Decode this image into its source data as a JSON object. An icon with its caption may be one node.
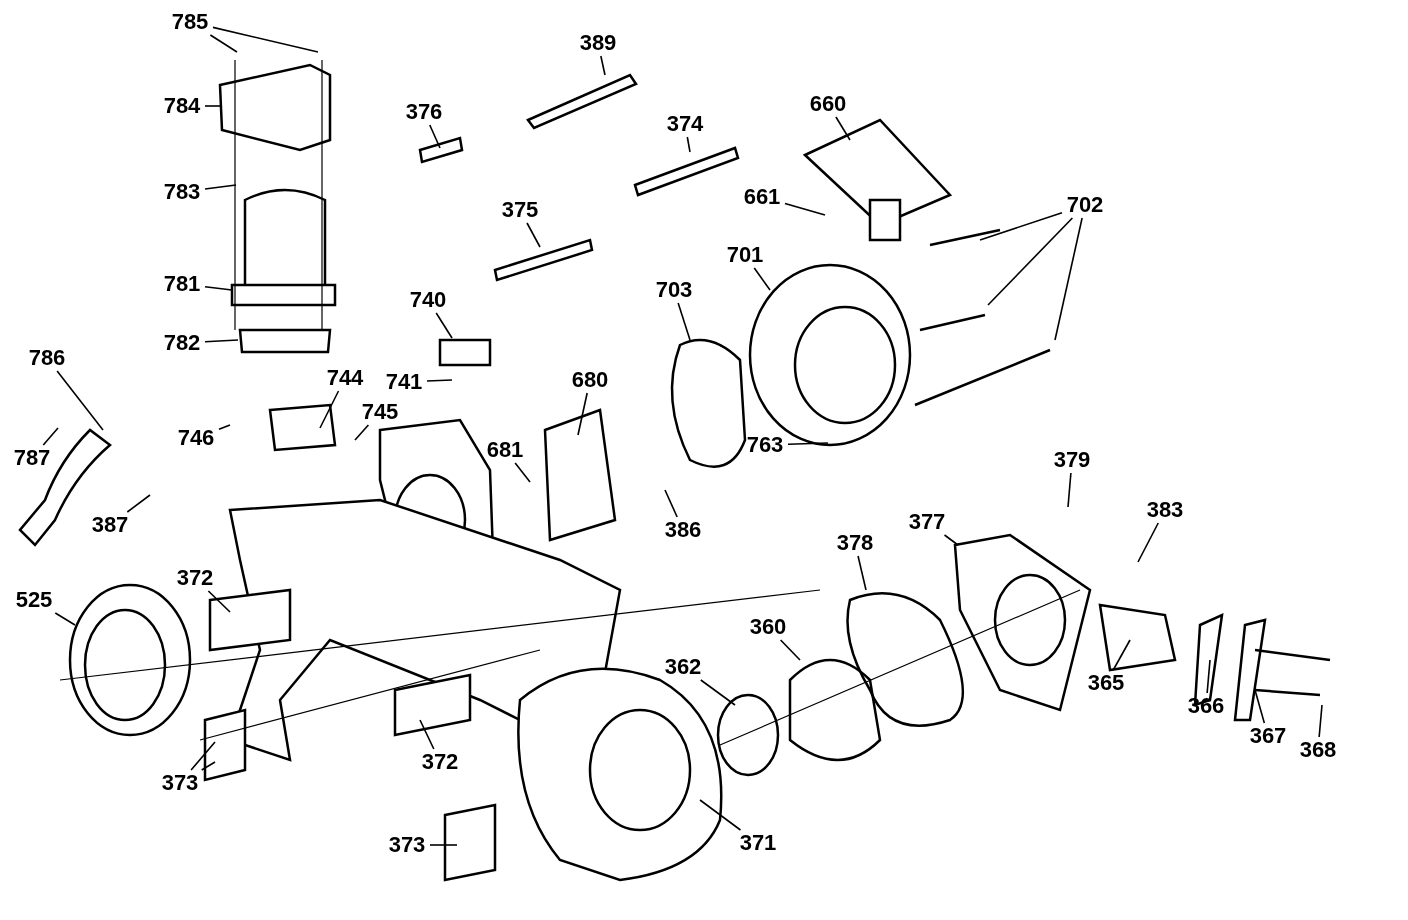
{
  "diagram": {
    "nodes": [
      {
        "text": [
          "785"
        ]
      },
      {
        "text": [
          "784"
        ]
      },
      {
        "text": [
          "783"
        ]
      },
      {
        "text": [
          "781"
        ]
      },
      {
        "text": [
          "782"
        ]
      },
      {
        "text": [
          "389"
        ]
      },
      {
        "text": [
          "376"
        ]
      },
      {
        "text": [
          "374"
        ]
      },
      {
        "text": [
          "375"
        ]
      },
      {
        "text": [
          "660"
        ]
      },
      {
        "text": [
          "661"
        ]
      },
      {
        "text": [
          "702"
        ]
      },
      {
        "text": [
          "701"
        ]
      },
      {
        "text": [
          "703"
        ]
      },
      {
        "text": [
          "740"
        ]
      },
      {
        "text": [
          "786"
        ]
      },
      {
        "text": [
          "744"
        ]
      },
      {
        "text": [
          "741"
        ]
      },
      {
        "text": [
          "680"
        ]
      },
      {
        "text": [
          "745"
        ]
      },
      {
        "text": [
          "746"
        ]
      },
      {
        "text": [
          "787"
        ]
      },
      {
        "text": [
          "763"
        ]
      },
      {
        "text": [
          "681"
        ]
      },
      {
        "text": [
          "379"
        ]
      },
      {
        "text": [
          "387"
        ]
      },
      {
        "text": [
          "386"
        ]
      },
      {
        "text": [
          "383"
        ]
      },
      {
        "text": [
          "378"
        ]
      },
      {
        "text": [
          "377"
        ]
      },
      {
        "text": [
          "372"
        ]
      },
      {
        "text": [
          "525"
        ]
      },
      {
        "text": [
          "360"
        ]
      },
      {
        "text": [
          "362"
        ]
      },
      {
        "text": [
          "365"
        ]
      },
      {
        "text": [
          "366"
        ]
      },
      {
        "text": [
          "367"
        ]
      },
      {
        "text": [
          "368"
        ]
      },
      {
        "text": [
          "372"
        ]
      },
      {
        "text": [
          "373"
        ]
      },
      {
        "text": [
          "373"
        ]
      },
      {
        "text": [
          "371"
        ]
      }
    ],
    "edges": [
      {
        "from": 0,
        "to": null,
        "arrow": "none"
      },
      {
        "from": 0,
        "to": null,
        "arrow": "none"
      },
      {
        "from": 1,
        "to": null,
        "arrow": "none"
      },
      {
        "from": 2,
        "to": null,
        "arrow": "none"
      },
      {
        "from": 3,
        "to": null,
        "arrow": "none"
      },
      {
        "from": 4,
        "to": null,
        "arrow": "none"
      },
      {
        "from": 5,
        "to": null,
        "arrow": "none"
      },
      {
        "from": 6,
        "to": null,
        "arrow": "none"
      },
      {
        "from": 7,
        "to": null,
        "arrow": "none"
      },
      {
        "from": 8,
        "to": null,
        "arrow": "none"
      },
      {
        "from": 9,
        "to": null,
        "arrow": "none"
      },
      {
        "from": 10,
        "to": null,
        "arrow": "none"
      },
      {
        "from": 11,
        "to": null,
        "arrow": "none"
      },
      {
        "from": 11,
        "to": null,
        "arrow": "none"
      },
      {
        "from": 11,
        "to": null,
        "arrow": "none"
      },
      {
        "from": 12,
        "to": null,
        "arrow": "none"
      },
      {
        "from": 13,
        "to": null,
        "arrow": "none"
      },
      {
        "from": 14,
        "to": null,
        "arrow": "none"
      },
      {
        "from": 15,
        "to": null,
        "arrow": "none"
      },
      {
        "from": 16,
        "to": null,
        "arrow": "none"
      },
      {
        "from": 17,
        "to": null,
        "arrow": "none"
      },
      {
        "from": 18,
        "to": null,
        "arrow": "none"
      },
      {
        "from": 19,
        "to": null,
        "arrow": "none"
      },
      {
        "from": 20,
        "to": null,
        "arrow": "none"
      },
      {
        "from": 21,
        "to": null,
        "arrow": "none"
      },
      {
        "from": 22,
        "to": null,
        "arrow": "none"
      },
      {
        "from": 23,
        "to": null,
        "arrow": "none"
      },
      {
        "from": 24,
        "to": null,
        "arrow": "none"
      },
      {
        "from": 25,
        "to": null,
        "arrow": "none"
      },
      {
        "from": 26,
        "to": null,
        "arrow": "none"
      },
      {
        "from": 27,
        "to": null,
        "arrow": "none"
      },
      {
        "from": 28,
        "to": null,
        "arrow": "none"
      },
      {
        "from": 29,
        "to": null,
        "arrow": "none"
      },
      {
        "from": 30,
        "to": null,
        "arrow": "none"
      },
      {
        "from": 31,
        "to": null,
        "arrow": "none"
      },
      {
        "from": 32,
        "to": null,
        "arrow": "none"
      },
      {
        "from": 33,
        "to": null,
        "arrow": "none"
      },
      {
        "from": 34,
        "to": null,
        "arrow": "none"
      },
      {
        "from": 35,
        "to": null,
        "arrow": "none"
      },
      {
        "from": 36,
        "to": null,
        "arrow": "none"
      },
      {
        "from": 37,
        "to": null,
        "arrow": "none"
      },
      {
        "from": 38,
        "to": null,
        "arrow": "none"
      },
      {
        "from": 39,
        "to": null,
        "arrow": "none"
      },
      {
        "from": 39,
        "to": null,
        "arrow": "none"
      },
      {
        "from": 40,
        "to": null,
        "arrow": "none"
      },
      {
        "from": 41,
        "to": null,
        "arrow": "none"
      }
    ]
  }
}
